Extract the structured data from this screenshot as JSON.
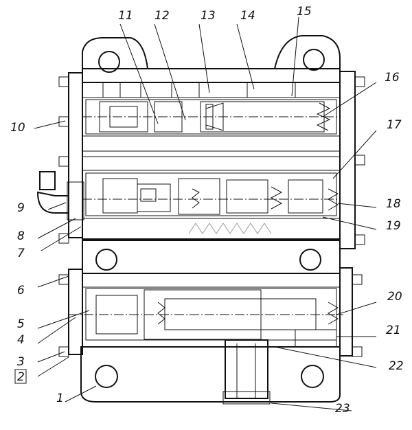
{
  "diagram": {
    "callouts": [
      {
        "id": "1",
        "label": "1"
      },
      {
        "id": "2",
        "label": "2",
        "boxed": true
      },
      {
        "id": "3",
        "label": "3"
      },
      {
        "id": "4",
        "label": "4"
      },
      {
        "id": "5",
        "label": "5"
      },
      {
        "id": "6",
        "label": "6"
      },
      {
        "id": "7",
        "label": "7"
      },
      {
        "id": "8",
        "label": "8"
      },
      {
        "id": "9",
        "label": "9"
      },
      {
        "id": "10",
        "label": "10"
      },
      {
        "id": "11",
        "label": "11"
      },
      {
        "id": "12",
        "label": "12"
      },
      {
        "id": "13",
        "label": "13"
      },
      {
        "id": "14",
        "label": "14"
      },
      {
        "id": "15",
        "label": "15"
      },
      {
        "id": "16",
        "label": "16"
      },
      {
        "id": "17",
        "label": "17"
      },
      {
        "id": "18",
        "label": "18"
      },
      {
        "id": "19",
        "label": "19"
      },
      {
        "id": "20",
        "label": "20"
      },
      {
        "id": "21",
        "label": "21"
      },
      {
        "id": "22",
        "label": "22"
      },
      {
        "id": "23",
        "label": "23"
      }
    ],
    "colors": {
      "ink": "#111111",
      "hatch": "#333333",
      "paper": "#ffffff"
    }
  }
}
